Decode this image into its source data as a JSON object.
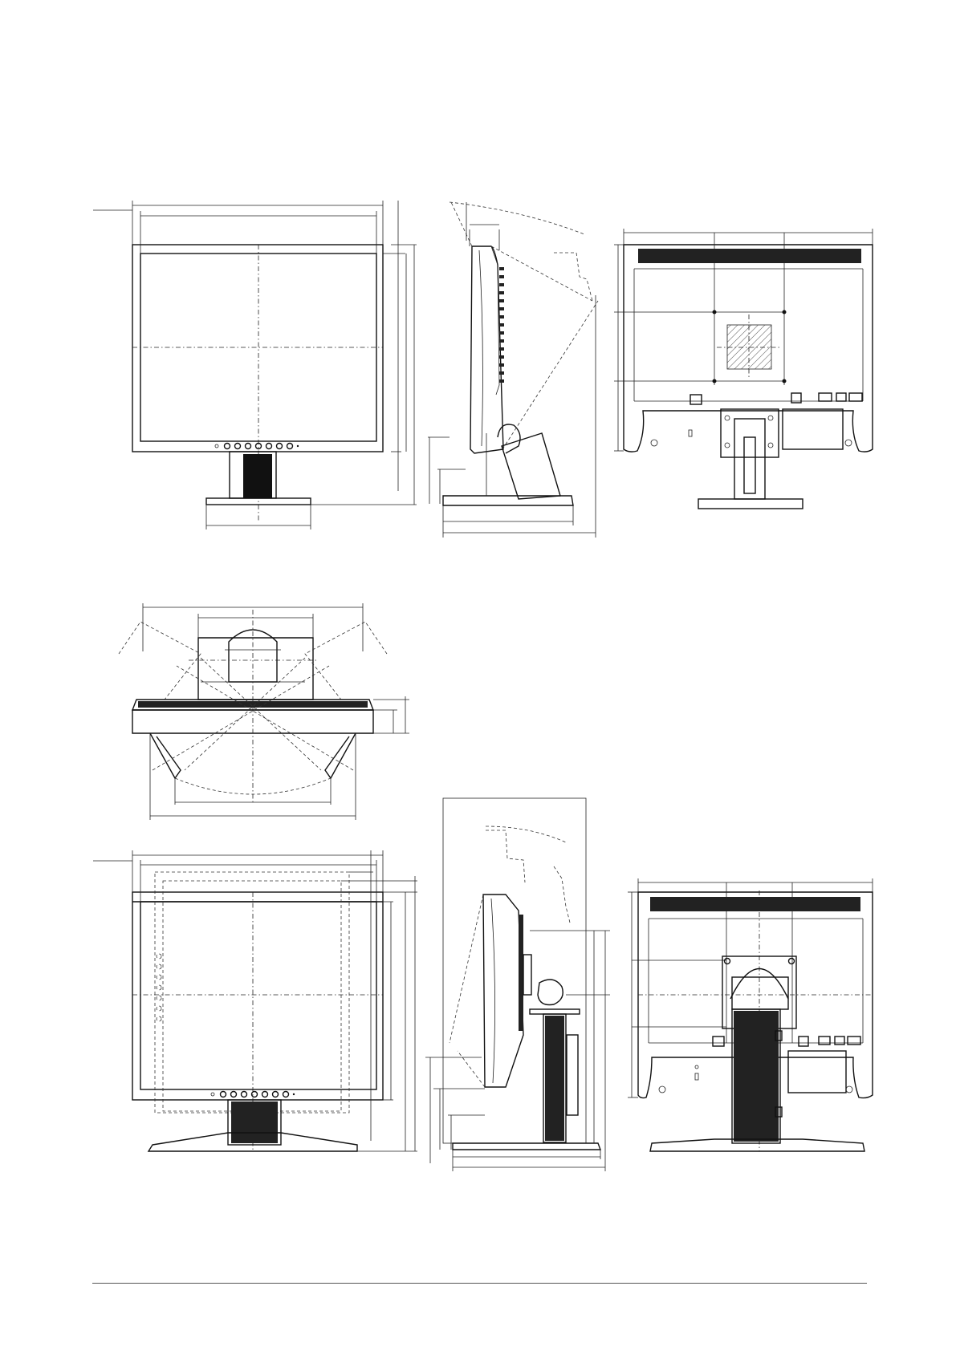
{
  "drawing": {
    "views": [
      "front-view-a",
      "side-view-a",
      "rear-view-a",
      "top-view",
      "front-view-b",
      "side-view-b",
      "rear-view-b"
    ]
  },
  "colors": {
    "line": "#111111",
    "background": "#ffffff",
    "footer_rule": "#555555"
  },
  "labels": {
    "power_connector": "",
    "signal_connector": ""
  }
}
